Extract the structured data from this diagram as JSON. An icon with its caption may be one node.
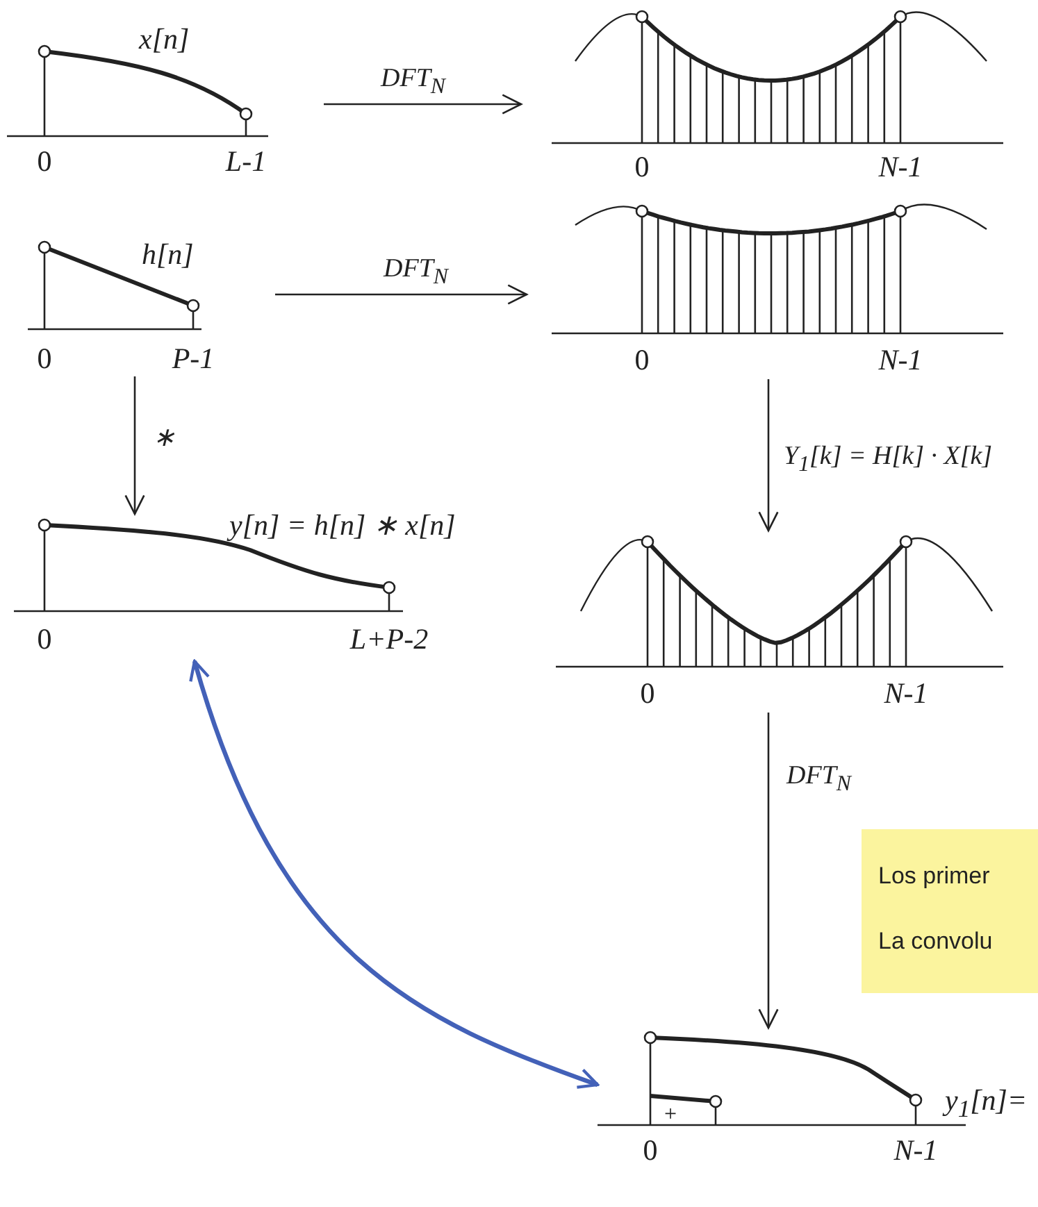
{
  "diagram": {
    "nodes": [
      {
        "text": [
          "x[n]"
        ],
        "beside": [
          "0",
          "L-1"
        ]
      },
      {
        "text": [],
        "shape": "picture",
        "beside": [
          "0",
          "N-1"
        ]
      },
      {
        "text": [
          "h[n]"
        ],
        "beside": [
          "0",
          "P-1"
        ]
      },
      {
        "text": [],
        "shape": "picture",
        "beside": [
          "0",
          "N-1"
        ]
      },
      {
        "text": [
          "y[n] = h[n] ∗ x[n]"
        ],
        "beside": [
          "0",
          "L+P-2"
        ]
      },
      {
        "text": [],
        "shape": "picture",
        "beside": [
          "0",
          "N-1"
        ]
      },
      {
        "text": [
          "+",
          "y$_{1}$[n]="
        ],
        "beside": [
          "0",
          "N-1"
        ]
      },
      {
        "text": [
          "Los primer",
          "La convolu"
        ]
      }
    ],
    "edges": [
      {
        "from": 0,
        "to": 1,
        "arrow": "to",
        "label": "DFT$_{N}$"
      },
      {
        "from": 2,
        "to": 3,
        "arrow": "to",
        "label": "DFT$_{N}$"
      },
      {
        "from": 2,
        "to": 4,
        "arrow": "to",
        "label": "∗"
      },
      {
        "from": 3,
        "to": 5,
        "arrow": "to",
        "label": "Y$_{1}$[k] = H[k] · X[k]"
      },
      {
        "from": 5,
        "to": 6,
        "arrow": "to",
        "label": "DFT$_{N}$"
      },
      {
        "from": 4,
        "to": 6,
        "arrow": "both",
        "style": "thick",
        "color": "#4361b8"
      }
    ]
  }
}
